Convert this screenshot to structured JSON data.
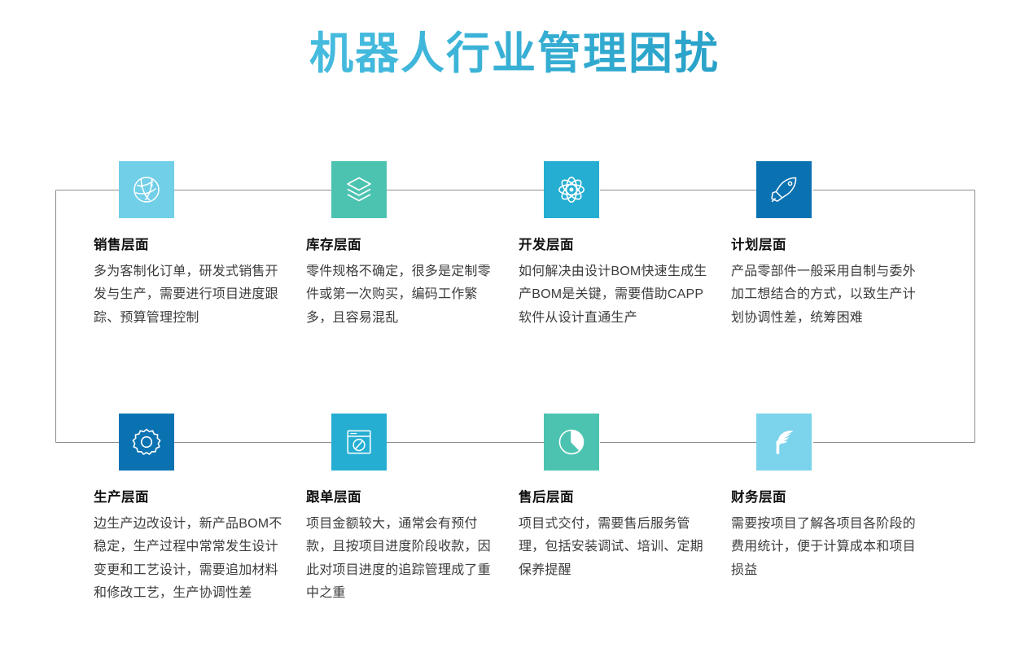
{
  "page": {
    "title": "机器人行业管理困扰",
    "background": "#ffffff",
    "title_gradient_from": "#56C8E8",
    "title_gradient_to": "#1C8FB8",
    "connector_color": "#8d8d8d"
  },
  "cards": [
    {
      "id": "sales",
      "icon": "globe-network-icon",
      "tile_color": "#71CFE8",
      "title": "销售层面",
      "desc": "多为客制化订单，研发式销售开发与生产，需要进行项目进度跟踪、预算管理控制"
    },
    {
      "id": "inventory",
      "icon": "layers-icon",
      "tile_color": "#4CC3B0",
      "title": "库存层面",
      "desc": "零件规格不确定，很多是定制零件或第一次购买，编码工作繁多，且容易混乱"
    },
    {
      "id": "development",
      "icon": "atom-icon",
      "tile_color": "#25AED2",
      "title": "开发层面",
      "desc": "如何解决由设计BOM快速生成生产BOM是关键，需要借助CAPP软件从设计直通生产"
    },
    {
      "id": "planning",
      "icon": "rocket-icon",
      "tile_color": "#0B72B2",
      "title": "计划层面",
      "desc": "产品零部件一般采用自制与委外加工想结合的方式，以致生产计划协调性差，统筹困难"
    },
    {
      "id": "production",
      "icon": "gear-icon",
      "tile_color": "#0B72B2",
      "title": "生产层面",
      "desc": "边生产边改设计，新产品BOM不稳定，生产过程中常常发生设计变更和工艺设计，需要追加材料和修改工艺，生产协调性差"
    },
    {
      "id": "order-tracking",
      "icon": "browser-window-icon",
      "tile_color": "#25AED2",
      "title": "跟单层面",
      "desc": "项目金额较大，通常会有预付款，且按项目进度阶段收款，因此对项目进度的追踪管理成了重中之重"
    },
    {
      "id": "after-sales",
      "icon": "pie-chart-icon",
      "tile_color": "#4CC3B0",
      "title": "售后层面",
      "desc": "项目式交付，需要售后服务管理，包括安装调试、培训、定期保养提醒"
    },
    {
      "id": "finance",
      "icon": "feather-icon",
      "tile_color": "#7BD3EC",
      "title": "财务层面",
      "desc": "需要按项目了解各项目各阶段的费用统计，便于计算成本和项目损益"
    }
  ]
}
